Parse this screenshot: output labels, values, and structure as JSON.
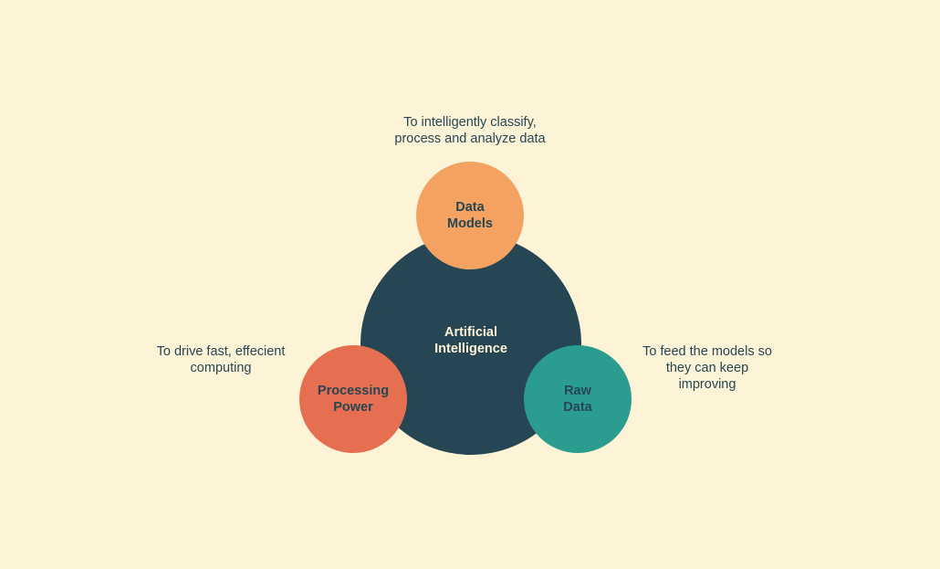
{
  "diagram": {
    "type": "venn-hub",
    "colors": {
      "background": "#fdf3d7",
      "core": "#264653",
      "data_models": "#f4a261",
      "processing_power": "#e76f51",
      "raw_data": "#2a9d8f",
      "text_dark": "#264653",
      "text_light": "#fdf3d7"
    },
    "core": {
      "lines": [
        "Artificial",
        "Intelligence"
      ]
    },
    "nodes": [
      {
        "id": "data_models",
        "lines": [
          "Data",
          "Models"
        ],
        "caption": [
          "To intelligently classify,",
          "process and analyze data"
        ]
      },
      {
        "id": "processing_power",
        "lines": [
          "Processing",
          "Power"
        ],
        "caption": [
          "To drive fast, effecient",
          "computing"
        ]
      },
      {
        "id": "raw_data",
        "lines": [
          "Raw",
          "Data"
        ],
        "caption": [
          "To feed the models so",
          "they can keep",
          "improving"
        ]
      }
    ]
  }
}
